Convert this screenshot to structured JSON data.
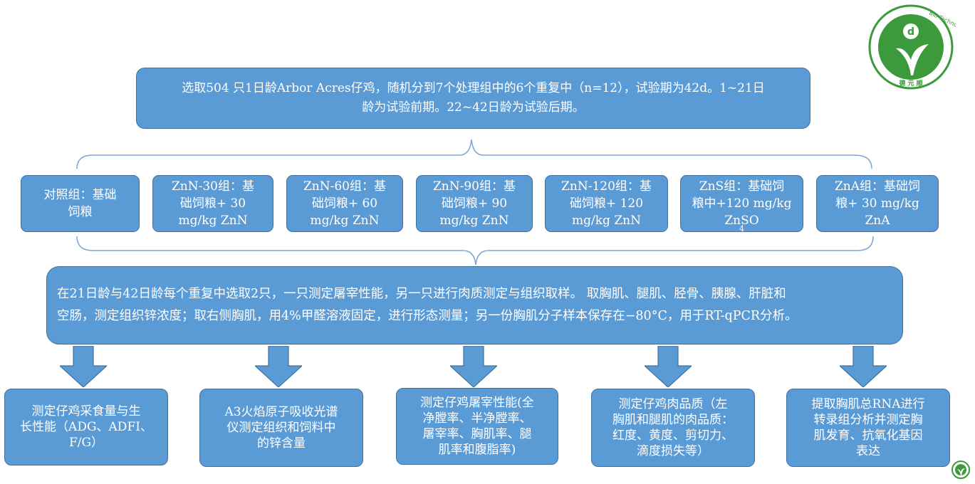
{
  "top_box": {
    "line1": "选取504 只1日龄Arbor Acres仔鸡，随机分到7个处理组中的6个重复中（n=12），试验期为42d。1~21日",
    "line2": "龄为试验前期。22~42日龄为试验后期。"
  },
  "groups": [
    {
      "lines": [
        "对照组：基础",
        "饲粮"
      ]
    },
    {
      "lines": [
        "ZnN-30组：基",
        "础饲粮+ 30",
        "mg/kg ZnN"
      ]
    },
    {
      "lines": [
        "ZnN-60组：基",
        "础饲粮+ 60",
        "mg/kg ZnN"
      ]
    },
    {
      "lines": [
        "ZnN-90组：基",
        "础饲粮+ 90",
        "mg/kg ZnN"
      ]
    },
    {
      "lines": [
        "ZnN-120组：基",
        "础饲粮+ 120",
        "mg/kg ZnN"
      ]
    },
    {
      "lines": [
        "ZnS组：基础饲",
        "粮中+120 mg/kg"
      ],
      "formula_main": "ZnSO",
      "formula_sub": "4"
    },
    {
      "lines": [
        "ZnA组：基础饲",
        "粮+ 30 mg/kg",
        "ZnA"
      ]
    }
  ],
  "middle_box": {
    "line1": "在21日龄与42日龄每个重复中选取2只，一只测定屠宰性能，另一只进行肉质测定与组织取样。 取胸肌、腿肌、胫骨、胰腺、肝脏和",
    "line2": "空肠，测定组织锌浓度；取右侧胸肌，用4%甲醛溶液固定，进行形态测量；另一份胸肌分子样本保存在−80°C，用于RT-qPCR分析。"
  },
  "results": [
    {
      "lines": [
        "测定仔鸡采食量与生",
        "长性能（ADG、ADFI、",
        "F/G）"
      ]
    },
    {
      "lines": [
        "A3火焰原子吸收光谱",
        "仪测定组织和饲料中",
        "的锌含量"
      ]
    },
    {
      "lines": [
        "测定仔鸡屠宰性能(全",
        "净膛率、半净膛率、",
        "屠宰率、胸肌率、腿",
        "肌率和腹脂率)"
      ]
    },
    {
      "lines": [
        "测定仔鸡肉品质（左",
        "胸肌和腿肌的肉品质：",
        "红度、黄度、剪切力、",
        "滴度损失等）"
      ]
    },
    {
      "lines": [
        "提取胸肌总RNA进行",
        "转录组分析并测定胸",
        "肌发育、抗氧化基因",
        "表达"
      ]
    }
  ],
  "logo": {
    "top_text": "Bio-Technology",
    "bottom_text": "德 元 顺",
    "letter": "d"
  },
  "colors": {
    "box_fill": "#5b9bd5",
    "box_border": "#41719c",
    "bracket": "#7aa7d6",
    "logo_green": "#3c9a3c"
  }
}
